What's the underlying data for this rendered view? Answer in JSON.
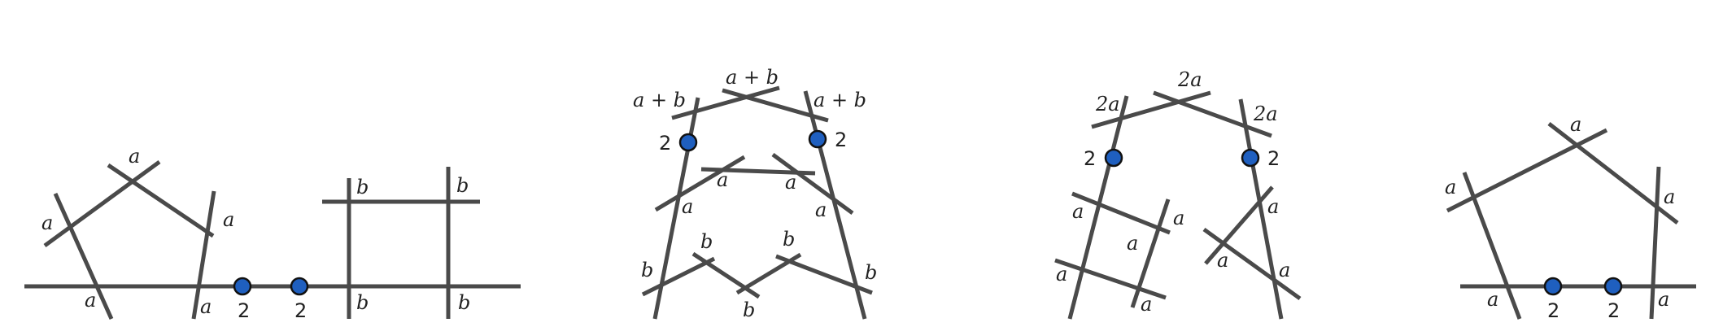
{
  "diagram1": {
    "labels": [
      "a",
      "a",
      "a",
      "a",
      "a",
      "b",
      "b",
      "b",
      "b"
    ],
    "points": [
      "2",
      "2"
    ]
  },
  "diagram2": {
    "labels": [
      "a + b",
      "a + b",
      "a + b",
      "a",
      "a",
      "a",
      "a",
      "b",
      "b",
      "b",
      "b",
      "b"
    ],
    "points": [
      "2",
      "2"
    ]
  },
  "diagram3": {
    "labels": [
      "2a",
      "2a",
      "2a",
      "a",
      "a",
      "a",
      "a",
      "a",
      "a",
      "a",
      "a"
    ],
    "points": [
      "2",
      "2"
    ]
  },
  "diagram4": {
    "labels": [
      "a",
      "a",
      "a",
      "a",
      "a"
    ],
    "points": [
      "2",
      "2"
    ]
  },
  "colors": {
    "line": "#4a4a4a",
    "point_fill": "#1f5fbf",
    "point_stroke": "#111111"
  }
}
